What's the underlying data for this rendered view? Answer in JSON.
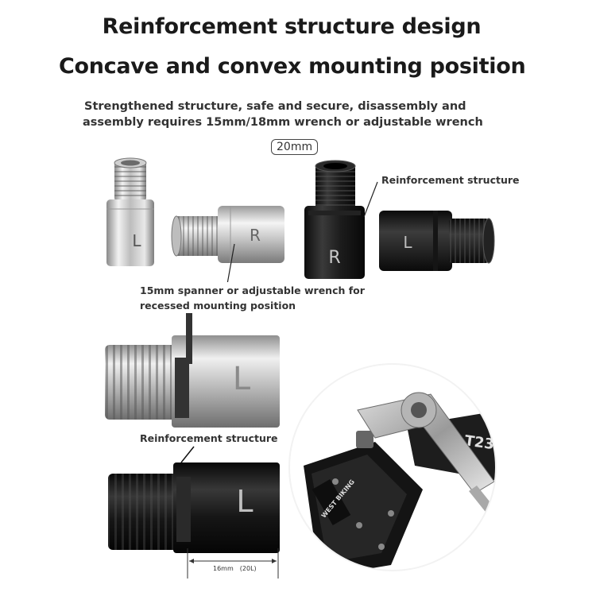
{
  "header": {
    "title_line1": "Reinforcement structure design",
    "title_line2": "Concave and convex mounting position",
    "subtitle_line1": "Strengthened structure, safe and secure, disassembly and",
    "subtitle_line2": "assembly requires 15mm/18mm wrench or adjustable wrench",
    "size_badge": "20mm"
  },
  "products": {
    "silver_left_letter": "L",
    "silver_right_letter": "R",
    "black_left_letter": "R",
    "black_right_letter": "L"
  },
  "callouts": {
    "reinforcement_top": "Reinforcement structure",
    "spanner_line1": "15mm spanner or adjustable wrench for",
    "spanner_line2": "recessed mounting position",
    "reinforcement_mid": "Reinforcement structure"
  },
  "closeups": {
    "silver_letter": "L",
    "black_letter": "L",
    "dimension_label": "16mm　(20L)"
  },
  "photo": {
    "brand_text": "WEST BIKING",
    "crank_text": "T23"
  },
  "colors": {
    "silver": "#c9c9c9",
    "black": "#1c1c1c",
    "text": "#1a1a1a"
  }
}
